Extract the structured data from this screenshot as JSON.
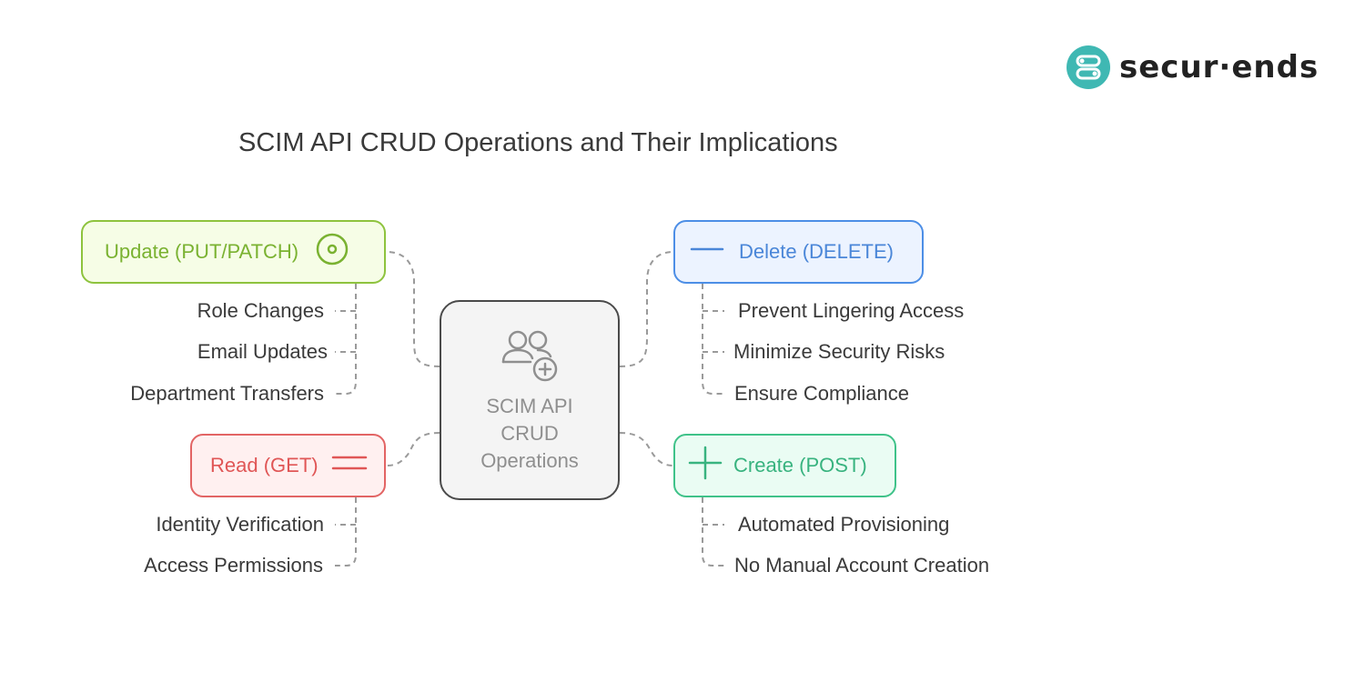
{
  "title": "SCIM API CRUD Operations and Their Implications",
  "logo": {
    "text": "secur·ends",
    "brand_color": "#3fb8b3"
  },
  "center": {
    "lines": [
      "SCIM API",
      "CRUD",
      "Operations"
    ],
    "icon": "users-plus-icon"
  },
  "nodes": {
    "update": {
      "label": "Update (PUT/PATCH)",
      "icon": "target-circle-icon",
      "color": "#8ec33e",
      "items": [
        "Role Changes",
        "Email Updates",
        "Department Transfers"
      ]
    },
    "delete": {
      "label": "Delete (DELETE)",
      "icon": "minus-icon",
      "color": "#4c8ee6",
      "items": [
        "Prevent Lingering Access",
        "Minimize Security Risks",
        "Ensure Compliance"
      ]
    },
    "read": {
      "label": "Read (GET)",
      "icon": "equals-icon",
      "color": "#e26464",
      "items": [
        "Identity Verification",
        "Access Permissions"
      ]
    },
    "create": {
      "label": "Create (POST)",
      "icon": "plus-icon",
      "color": "#3fc289",
      "items": [
        "Automated Provisioning",
        "No Manual Account Creation"
      ]
    }
  }
}
